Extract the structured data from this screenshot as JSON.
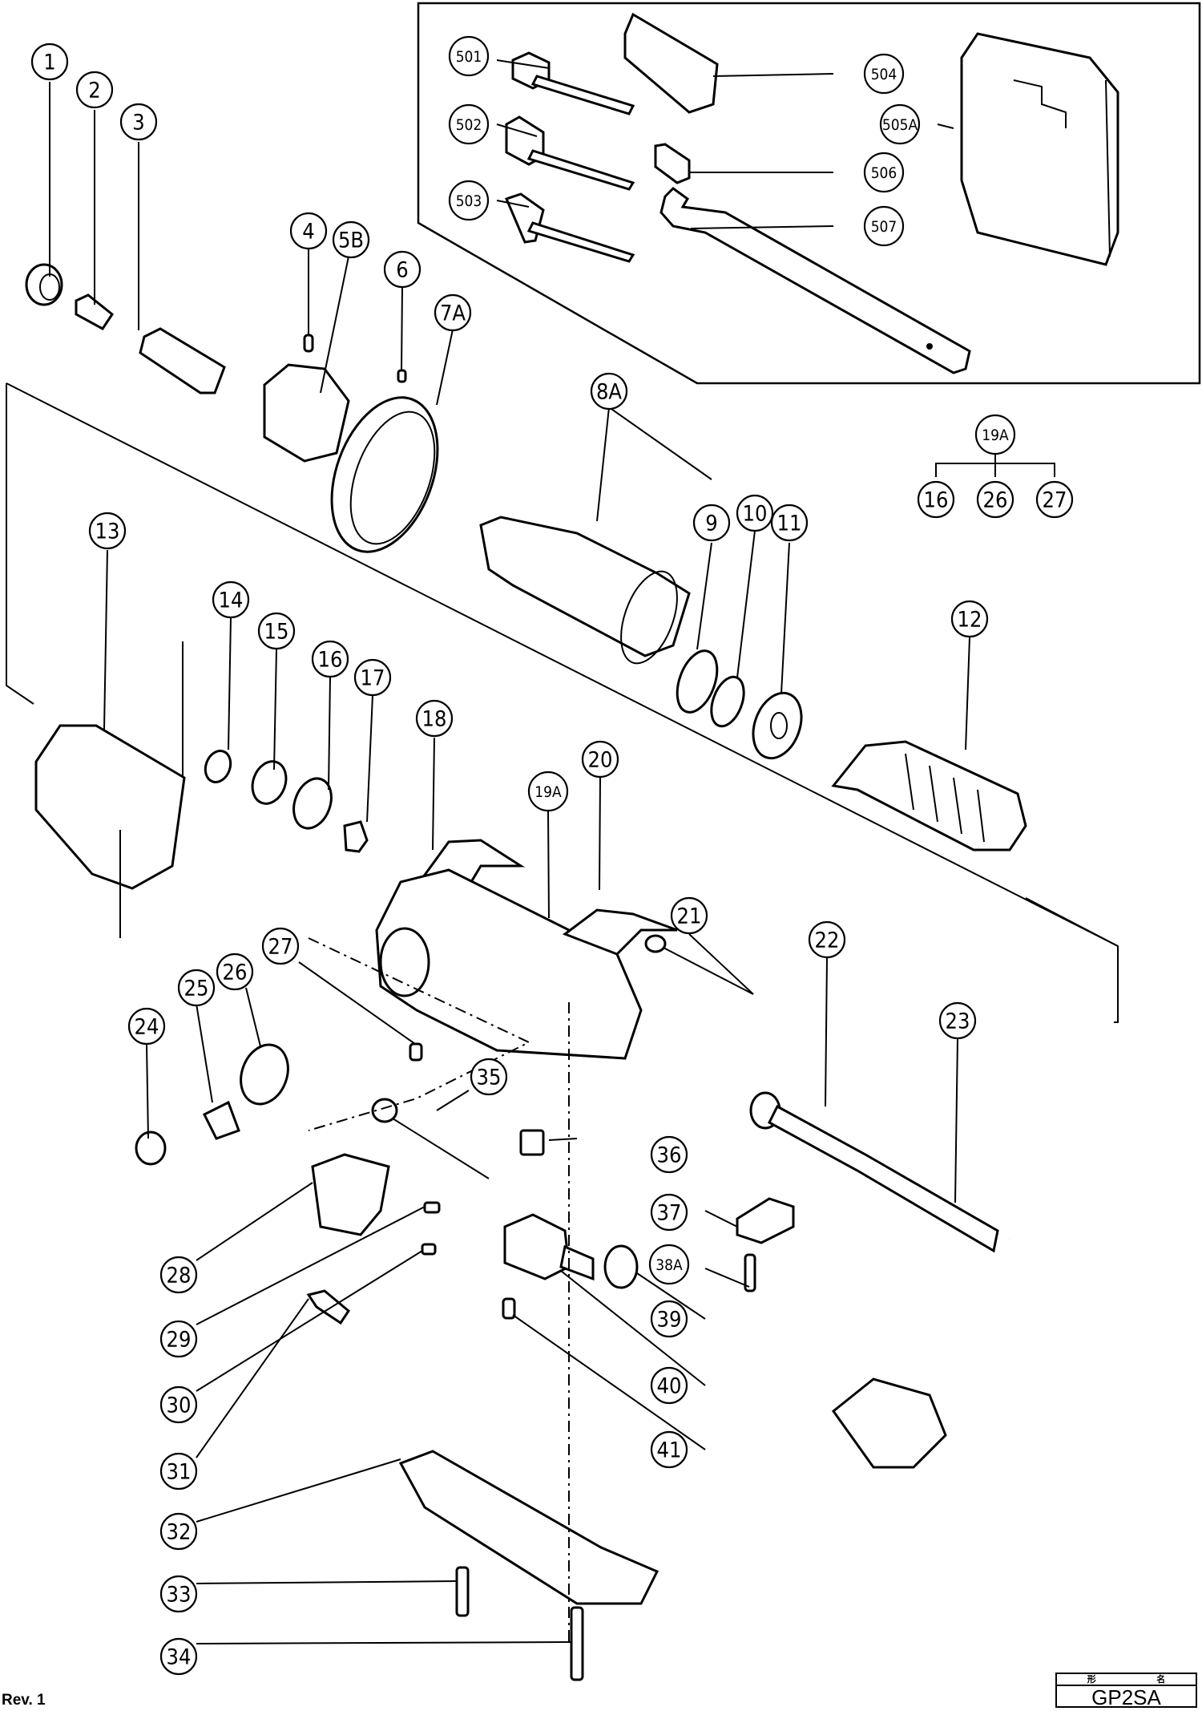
{
  "document": {
    "revision": "Rev. 1",
    "model_box": {
      "header_left": "形",
      "header_right": "名",
      "model": "GP2SA"
    }
  },
  "callouts": [
    {
      "id": "1",
      "label": "1"
    },
    {
      "id": "2",
      "label": "2"
    },
    {
      "id": "3",
      "label": "3"
    },
    {
      "id": "4",
      "label": "4"
    },
    {
      "id": "5B",
      "label": "5B"
    },
    {
      "id": "6",
      "label": "6"
    },
    {
      "id": "7A",
      "label": "7A"
    },
    {
      "id": "8A",
      "label": "8A"
    },
    {
      "id": "9",
      "label": "9"
    },
    {
      "id": "10",
      "label": "10"
    },
    {
      "id": "11",
      "label": "11"
    },
    {
      "id": "12",
      "label": "12"
    },
    {
      "id": "13",
      "label": "13"
    },
    {
      "id": "14",
      "label": "14"
    },
    {
      "id": "15",
      "label": "15"
    },
    {
      "id": "16",
      "label": "16"
    },
    {
      "id": "17",
      "label": "17"
    },
    {
      "id": "18",
      "label": "18"
    },
    {
      "id": "19A",
      "label": "19A"
    },
    {
      "id": "20",
      "label": "20"
    },
    {
      "id": "21",
      "label": "21"
    },
    {
      "id": "22",
      "label": "22"
    },
    {
      "id": "23",
      "label": "23"
    },
    {
      "id": "24",
      "label": "24"
    },
    {
      "id": "25",
      "label": "25"
    },
    {
      "id": "26",
      "label": "26"
    },
    {
      "id": "27",
      "label": "27"
    },
    {
      "id": "28",
      "label": "28"
    },
    {
      "id": "29",
      "label": "29"
    },
    {
      "id": "30",
      "label": "30"
    },
    {
      "id": "31",
      "label": "31"
    },
    {
      "id": "32",
      "label": "32"
    },
    {
      "id": "33",
      "label": "33"
    },
    {
      "id": "34",
      "label": "34"
    },
    {
      "id": "35",
      "label": "35"
    },
    {
      "id": "36",
      "label": "36"
    },
    {
      "id": "37",
      "label": "37"
    },
    {
      "id": "38A",
      "label": "38A"
    },
    {
      "id": "39",
      "label": "39"
    },
    {
      "id": "40",
      "label": "40"
    },
    {
      "id": "41",
      "label": "41"
    },
    {
      "id": "501",
      "label": "501"
    },
    {
      "id": "502",
      "label": "502"
    },
    {
      "id": "503",
      "label": "503"
    },
    {
      "id": "504",
      "label": "504"
    },
    {
      "id": "505A",
      "label": "505A"
    },
    {
      "id": "506",
      "label": "506"
    },
    {
      "id": "507",
      "label": "507"
    }
  ],
  "assembly_tree": {
    "parent": "19A",
    "children": [
      "16",
      "26",
      "27"
    ]
  }
}
